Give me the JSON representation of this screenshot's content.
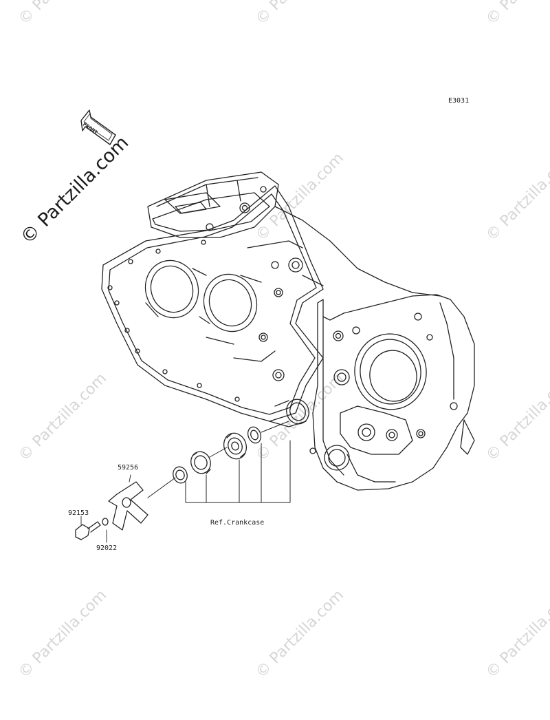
{
  "diagram": {
    "code": "E3031",
    "front_badge": "FRONT",
    "watermark_main": "© Partzilla.com",
    "watermark_repeat": "© Partzilla.com",
    "ref_label": "Ref.Crankcase",
    "parts": [
      {
        "number": "59256"
      },
      {
        "number": "92153"
      },
      {
        "number": "92022"
      }
    ]
  }
}
